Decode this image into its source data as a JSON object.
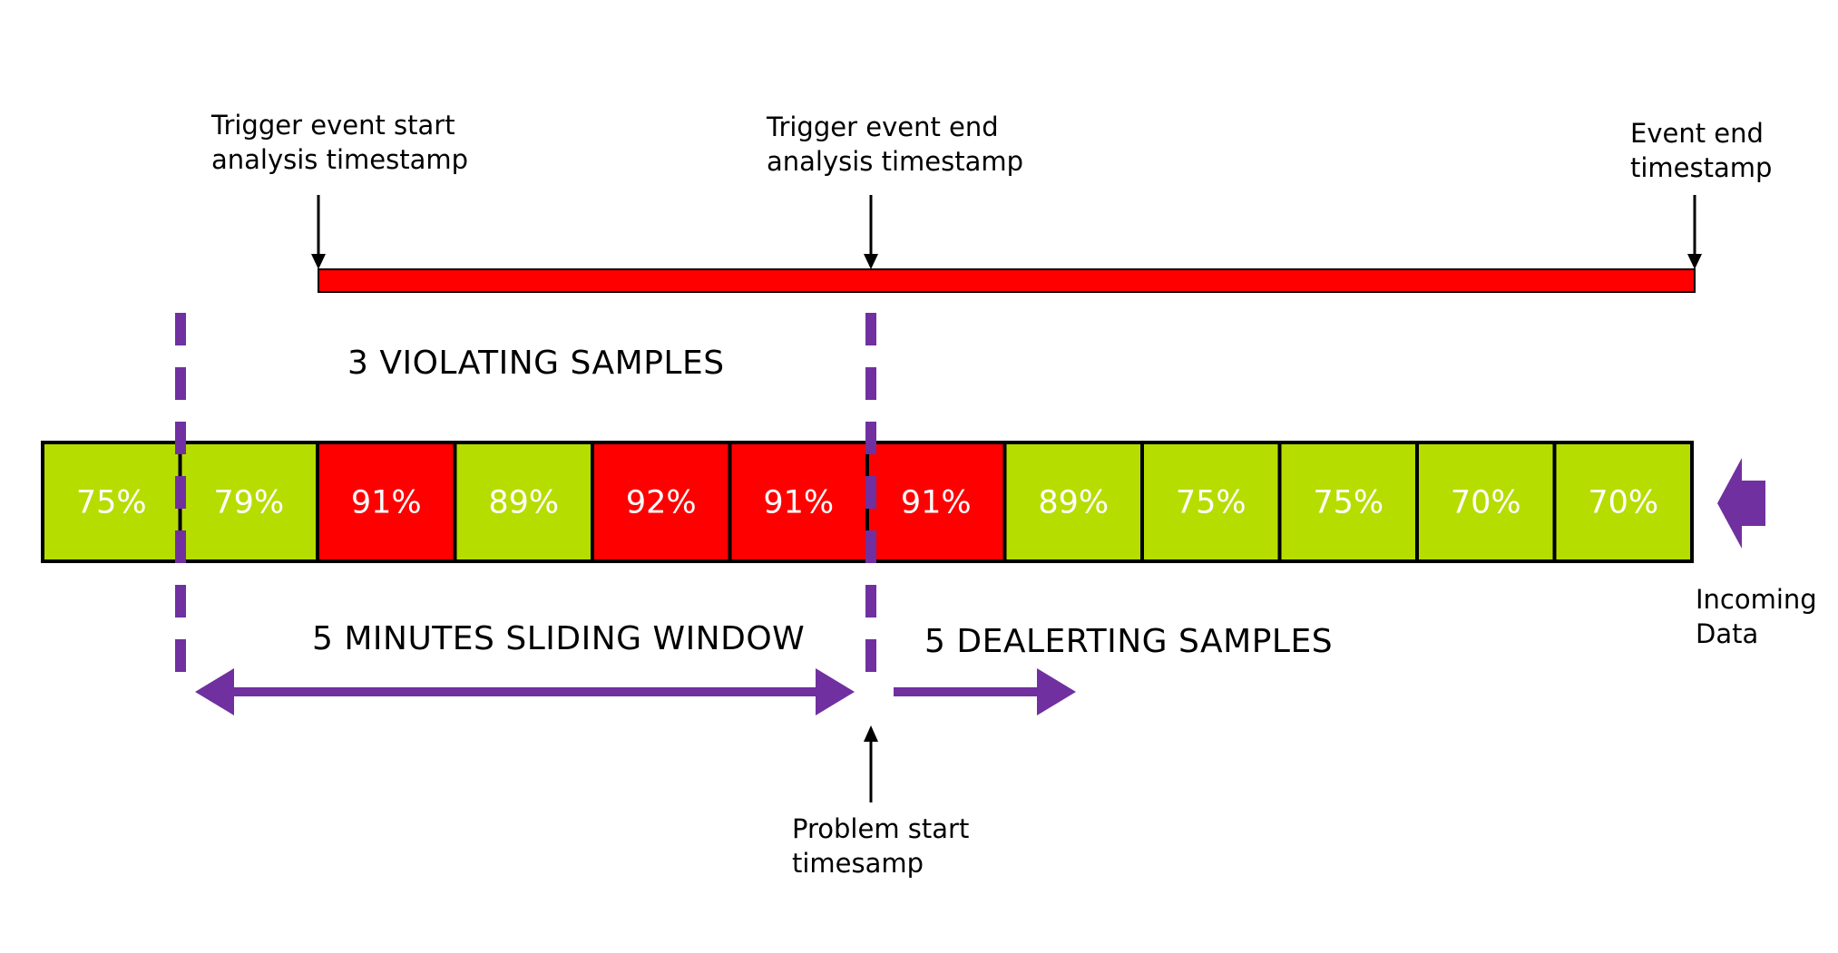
{
  "labels": {
    "trigger_start": [
      "Trigger event start",
      "analysis timestamp"
    ],
    "trigger_end": [
      "Trigger event end",
      "analysis timestamp"
    ],
    "event_end": [
      "Event end",
      "timestamp"
    ],
    "violating": "3 VIOLATING SAMPLES",
    "sliding_window": "5 MINUTES SLIDING WINDOW",
    "dealerting": "5 DEALERTING SAMPLES",
    "incoming": [
      "Incoming",
      "Data"
    ],
    "problem_start": [
      "Problem start",
      "timesamp"
    ]
  },
  "samples": [
    {
      "value": "75%",
      "status": "ok"
    },
    {
      "value": "79%",
      "status": "ok"
    },
    {
      "value": "91%",
      "status": "violating"
    },
    {
      "value": "89%",
      "status": "ok"
    },
    {
      "value": "92%",
      "status": "violating"
    },
    {
      "value": "91%",
      "status": "violating"
    },
    {
      "value": "91%",
      "status": "violating"
    },
    {
      "value": "89%",
      "status": "ok"
    },
    {
      "value": "75%",
      "status": "ok"
    },
    {
      "value": "75%",
      "status": "ok"
    },
    {
      "value": "70%",
      "status": "ok"
    },
    {
      "value": "70%",
      "status": "ok"
    }
  ],
  "colors": {
    "ok": "#b5dd00",
    "violating": "#ff0000",
    "event_bar": "#ff0000",
    "window": "#7030a0",
    "border": "#000000"
  },
  "icons": {
    "incoming": "left-arrow-icon",
    "marker": "down-arrow-icon",
    "problem": "up-arrow-icon"
  }
}
